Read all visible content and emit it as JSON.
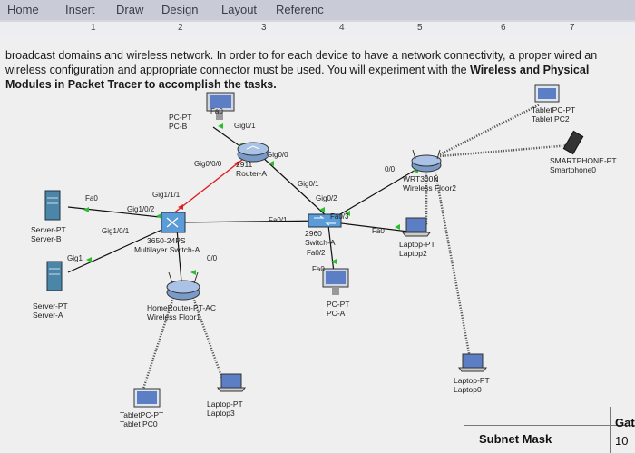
{
  "ribbon": {
    "tabs": [
      "Home",
      "Insert",
      "Draw",
      "Design",
      "Layout",
      "Referenc"
    ]
  },
  "ruler": {
    "marks": [
      "1",
      "2",
      "3",
      "4",
      "5",
      "6",
      "7"
    ]
  },
  "text": {
    "line1": "broadcast domains and wireless network. In order to for each device to have a network connectivity, a proper wired an",
    "line2_start": "wireless configuration and appropriate connector must be used. You will experiment with the ",
    "line2_bold": "Wireless and Physical",
    "line3": "Modules in Packet Tracer to accomplish the tasks."
  },
  "devices": {
    "pcb": [
      "PC-PT",
      "PC-B"
    ],
    "router": [
      "2911",
      "Router-A"
    ],
    "server_b": [
      "Server-PT",
      "Server-B"
    ],
    "server_a": [
      "Server-PT",
      "Server-A"
    ],
    "mls": [
      "3650-24PS",
      "Multilayer Switch-A"
    ],
    "switch": [
      "2960",
      "Switch-A"
    ],
    "wrt": [
      "WRT300N",
      "Wireless Floor2"
    ],
    "tablet_pc2": [
      "TabletPC-PT",
      "Tablet PC2"
    ],
    "smartphone": [
      "SMARTPHONE-PT",
      "Smartphone0"
    ],
    "laptop2": [
      "Laptop-PT",
      "Laptop2"
    ],
    "pca": [
      "PC-PT",
      "PC-A"
    ],
    "homerouter": [
      "HomeRouter-PT-AC",
      "Wireless Floor1"
    ],
    "laptop0": [
      "Laptop-PT",
      "Laptop0"
    ],
    "tablet_pc0": [
      "TabletPC-PT",
      "Tablet PC0"
    ],
    "laptop3": [
      "Laptop-PT",
      "Laptop3"
    ]
  },
  "ports": {
    "pcb_fa0": "Fa0",
    "rtr_gig01_top": "Gig0/1",
    "rtr_gig000": "Gig0/0/0",
    "rtr_gig00": "Gig0/0",
    "srvb_fa0": "Fa0",
    "mls_gig111": "Gig1/1/1",
    "mls_gig102": "Gig1/0/2",
    "mls_gig101": "Gig1/0/1",
    "srva_gig1": "Gig1",
    "mls_00": "0/0",
    "sw_gig01": "Gig0/1",
    "sw_gig02": "Gig0/2",
    "sw_fa01": "Fa0/1",
    "sw_fa03": "Fa0/3",
    "sw_fa02": "Fa0/2",
    "pca_fa0": "Fa0",
    "wrt_00": "0/0",
    "lap2_fa0": "Fa0"
  },
  "table": {
    "subnet_mask": "Subnet Mask",
    "gat": "Gat",
    "ten": "10"
  },
  "colors": {
    "link": "#111111",
    "red_link": "#e02020",
    "wireless": "#555555",
    "accent": "#2a5fb0"
  }
}
